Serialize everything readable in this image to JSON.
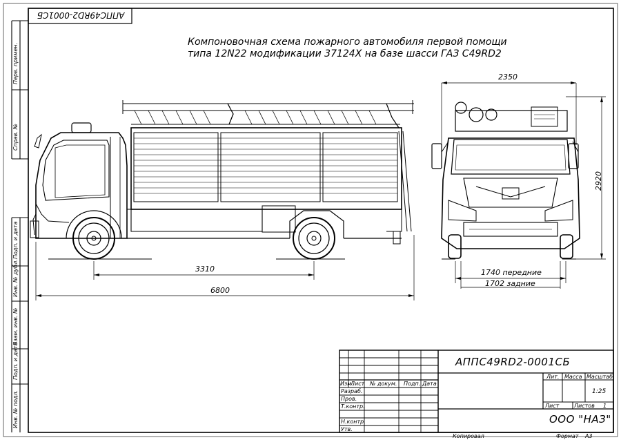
{
  "drawing": {
    "title_line1": "Компоновочная схема пожарного автомобиля первой помощи",
    "title_line2": "типа 12N22 модификации 37124X на базе шасси ГАЗ C49RD2",
    "doc_code": "АППС49RD2-0001СБ",
    "doc_code_corner": "АППС49RD2-0001СБ"
  },
  "dimensions": {
    "wheelbase": "3310",
    "length": "6800",
    "width": "2350",
    "height": "2920",
    "track_front": "1740 передние",
    "track_rear": "1702 задние"
  },
  "side_margin_labels": {
    "perv_primen": "Перв. примен.",
    "sprav": "Справ. №",
    "podp_data_1": "Подп. и дата",
    "inv_dubl": "Инв. № дубл.",
    "vzam_inv": "Взам. инв. №",
    "podp_data_2": "Подп. и дата",
    "inv_podl": "Инв. № подл."
  },
  "title_block": {
    "col_izm": "Изм.",
    "col_list": "Лист",
    "col_doc": "№ докум.",
    "col_podp": "Подп.",
    "col_data": "Дата",
    "razrab": "Разраб.",
    "prov": "Пров.",
    "tkontr": "Т.контр.",
    "nkontr": "Н.контр.",
    "utv": "Утв.",
    "lit": "Лит.",
    "massa": "Масса",
    "masshtab": "Масштаб",
    "scale_value": "1:25",
    "sheet_label": "Лист",
    "sheets_label": "Листов",
    "sheets_value": "1",
    "company": "ООО \"НАЗ\"",
    "copied": "Копировал",
    "format_label": "Формат",
    "format_value": "А3"
  }
}
